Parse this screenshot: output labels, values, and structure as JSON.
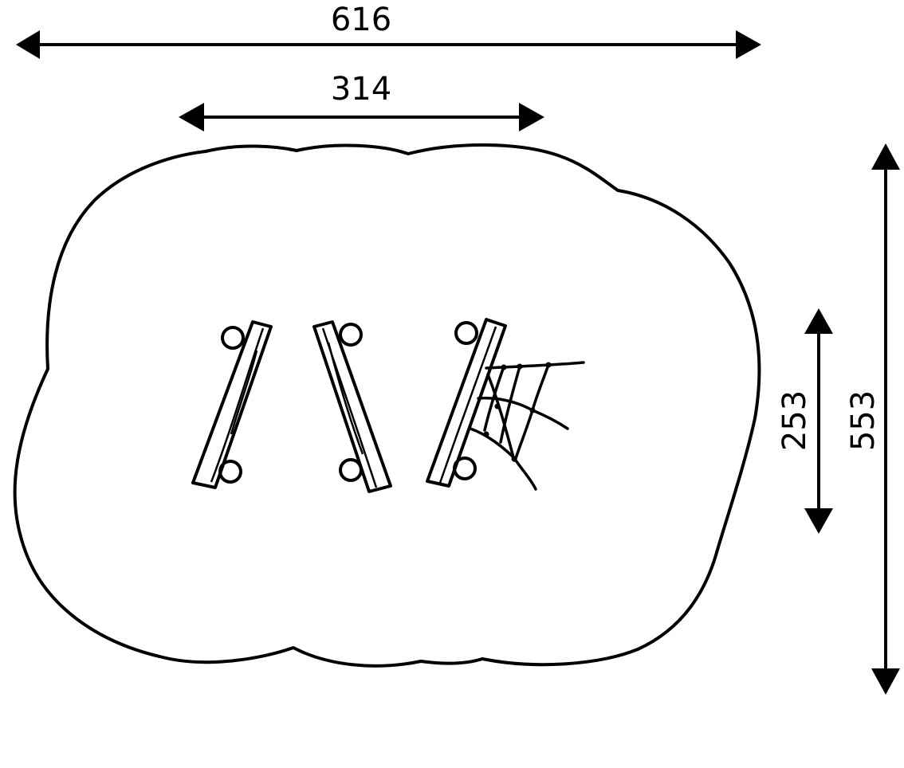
{
  "dimensions": {
    "overall_width": "616",
    "inner_width": "314",
    "inner_height": "253",
    "overall_height": "553"
  },
  "colors": {
    "stroke": "#000000",
    "background": "#ffffff"
  }
}
